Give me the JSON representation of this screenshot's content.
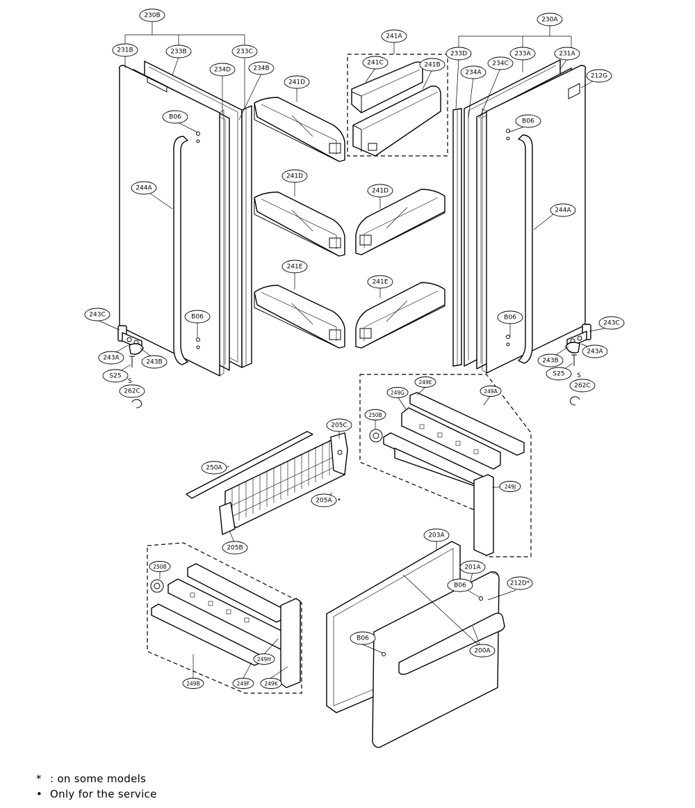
{
  "diagram": {
    "labels": [
      {
        "id": "230B",
        "text": "230B"
      },
      {
        "id": "231B",
        "text": "231B"
      },
      {
        "id": "233B",
        "text": "233B"
      },
      {
        "id": "233C",
        "text": "233C"
      },
      {
        "id": "234D",
        "text": "234D"
      },
      {
        "id": "234B",
        "text": "234B"
      },
      {
        "id": "241D_a",
        "text": "241D"
      },
      {
        "id": "241A",
        "text": "241A"
      },
      {
        "id": "241C",
        "text": "241C"
      },
      {
        "id": "241B",
        "text": "241B"
      },
      {
        "id": "233D",
        "text": "233D"
      },
      {
        "id": "233A",
        "text": "233A"
      },
      {
        "id": "230A",
        "text": "230A"
      },
      {
        "id": "231A",
        "text": "231A"
      },
      {
        "id": "234A",
        "text": "234A"
      },
      {
        "id": "234C",
        "text": "234C"
      },
      {
        "id": "212G",
        "text": "212G"
      },
      {
        "id": "B06_a",
        "text": "B06"
      },
      {
        "id": "B06_b",
        "text": "B06"
      },
      {
        "id": "B06_c",
        "text": "B06"
      },
      {
        "id": "B06_d",
        "text": "B06"
      },
      {
        "id": "244A_l",
        "text": "244A"
      },
      {
        "id": "244A_r",
        "text": "244A"
      },
      {
        "id": "241D_b",
        "text": "241D"
      },
      {
        "id": "241D_c",
        "text": "241D"
      },
      {
        "id": "241E_a",
        "text": "241E"
      },
      {
        "id": "241E_b",
        "text": "241E"
      },
      {
        "id": "243C_l",
        "text": "243C"
      },
      {
        "id": "243A_l",
        "text": "243A"
      },
      {
        "id": "243B_l",
        "text": "243B"
      },
      {
        "id": "S25_l",
        "text": "S25"
      },
      {
        "id": "262C_l",
        "text": "262C"
      },
      {
        "id": "243C_r",
        "text": "243C"
      },
      {
        "id": "243B_r",
        "text": "243B"
      },
      {
        "id": "243A_r",
        "text": "243A"
      },
      {
        "id": "S25_r",
        "text": "S25"
      },
      {
        "id": "262C_r",
        "text": "262C"
      },
      {
        "id": "250A",
        "text": "250A"
      },
      {
        "id": "205C",
        "text": "205C"
      },
      {
        "id": "205A",
        "text": "205A"
      },
      {
        "id": "205B",
        "text": "205B"
      },
      {
        "id": "249E",
        "text": "249E"
      },
      {
        "id": "249G",
        "text": "249G"
      },
      {
        "id": "249A",
        "text": "249A"
      },
      {
        "id": "250B_a",
        "text": "250B"
      },
      {
        "id": "249J",
        "text": "249J"
      },
      {
        "id": "203A",
        "text": "203A"
      },
      {
        "id": "201A",
        "text": "201A"
      },
      {
        "id": "212D",
        "text": "212D*"
      },
      {
        "id": "B06_e",
        "text": "B06"
      },
      {
        "id": "B06_f",
        "text": "B06"
      },
      {
        "id": "200A",
        "text": "200A"
      },
      {
        "id": "250B_b",
        "text": "250B"
      },
      {
        "id": "249H",
        "text": "249H"
      },
      {
        "id": "249B",
        "text": "249B"
      },
      {
        "id": "249F",
        "text": "249F"
      },
      {
        "id": "249K",
        "text": "249K"
      }
    ],
    "marks": {
      "s_left": "S",
      "s_right": "S",
      "bullet_205A": "•"
    }
  },
  "legend": {
    "asterisk_symbol": "*",
    "asterisk_text": ": on some models",
    "bullet_symbol": "•",
    "bullet_text": "Only for the service"
  }
}
